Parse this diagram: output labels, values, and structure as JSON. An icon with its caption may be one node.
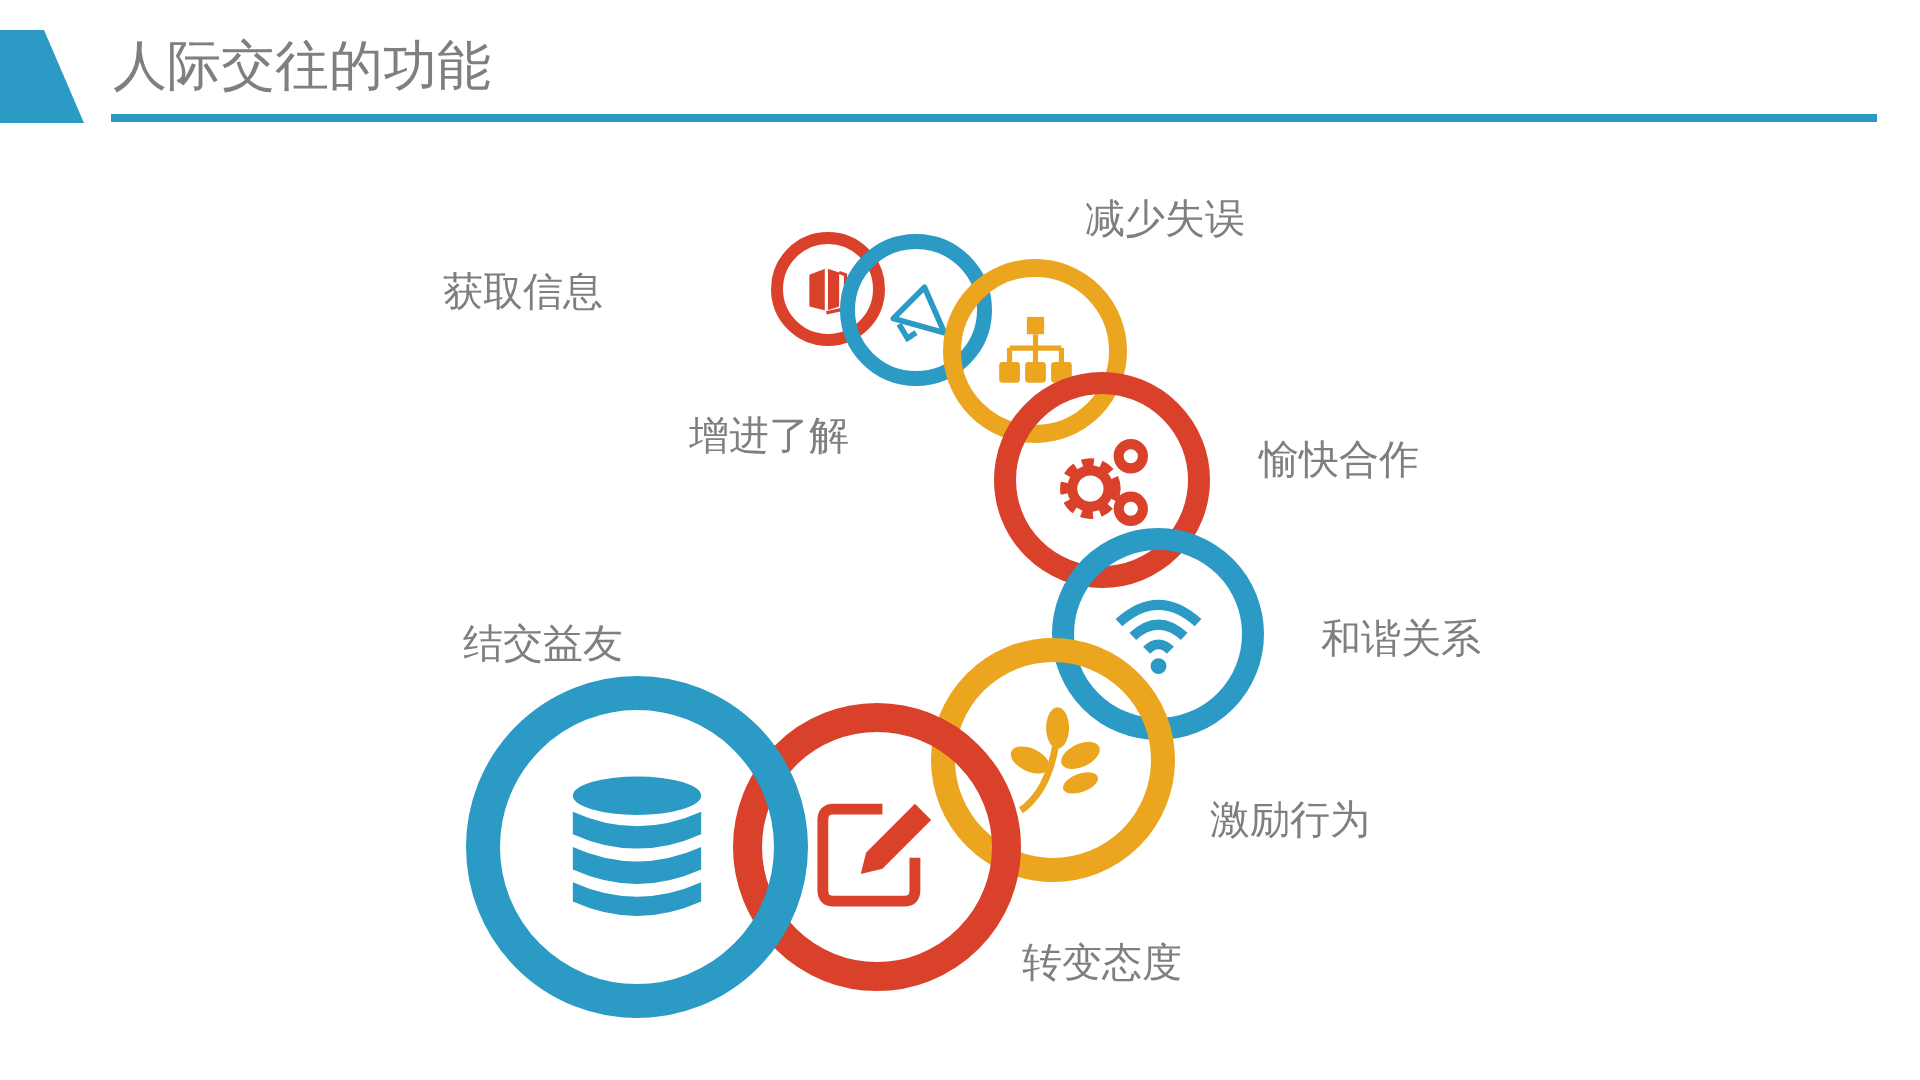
{
  "diagram": {
    "title": "人际交往的功能",
    "nodes": [
      {
        "text": [],
        "shape": "circle"
      },
      {
        "text": [],
        "shape": "circle",
        "beside": [
          "增进了解"
        ]
      },
      {
        "text": [],
        "shape": "circle",
        "beside": [
          "减少失误"
        ]
      },
      {
        "text": [],
        "shape": "circle",
        "beside": [
          "愉快合作"
        ]
      },
      {
        "text": [],
        "shape": "circle",
        "beside": [
          "和谐关系"
        ]
      },
      {
        "text": [],
        "shape": "circle",
        "beside": [
          "激励行为"
        ]
      },
      {
        "text": [],
        "shape": "circle",
        "beside": [
          "转变态度"
        ]
      },
      {
        "text": [],
        "shape": "circle",
        "beside": [
          "结交益友"
        ]
      }
    ],
    "labels": [
      "获取信息"
    ]
  }
}
